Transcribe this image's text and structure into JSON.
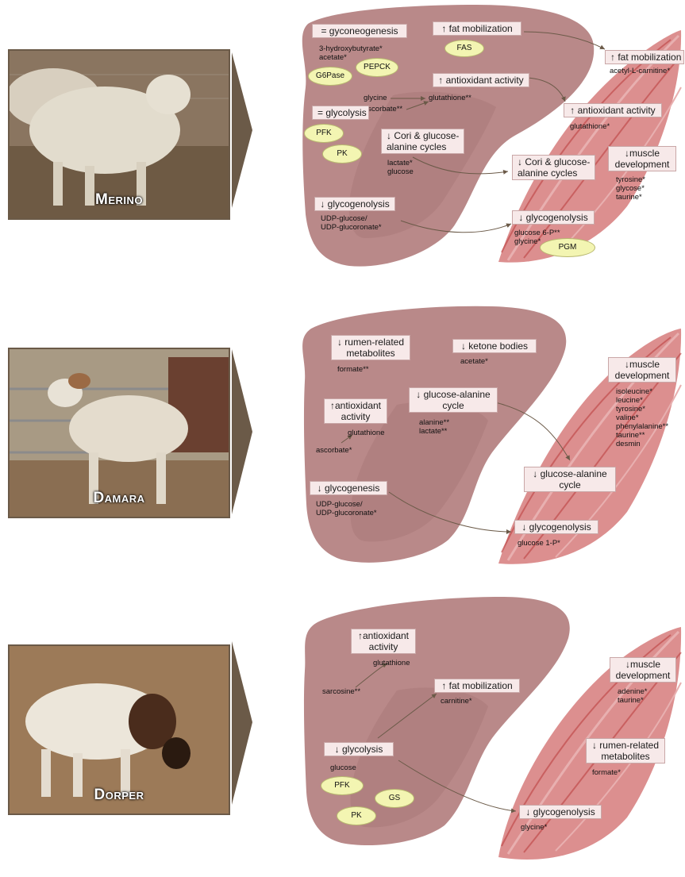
{
  "colors": {
    "liver": "#b98989",
    "liver_inner": "#a97878",
    "muscle": "#d06a6a",
    "box": "#f7e9e9",
    "enzyme": "#f3f5b2",
    "arrow": "#6b5a48"
  },
  "panels": [
    {
      "breed": "Merino",
      "liver_boxes": [
        "= gyconeogenesis",
        "↑ fat mobilization",
        "↑ antioxidant activity",
        "= glycolysis",
        "↓ Cori & glucose-\nalanine cycles",
        "↓ glycogenolysis"
      ],
      "liver_texts": [
        "3-hydroxybutyrate*\nacetate*",
        "glycine",
        "glutathione**",
        "ascorbate**",
        "lactate*\nglucose",
        "UDP-glucose/\nUDP-glucoronate*"
      ],
      "enzymes": [
        "G6Pase",
        "PEPCK",
        "FAS",
        "PFK",
        "PK"
      ],
      "muscle_boxes": [
        "↑ fat mobilization",
        "↑ antioxidant activity",
        "↓ Cori & glucose-\nalanine cycles",
        "↓muscle\ndevelopment",
        "↓ glycogenolysis"
      ],
      "muscle_texts": [
        "acetyl-L-carnitine*",
        "glutathione*",
        "tyrosine*\nglycose*\ntaurine*",
        "glucose 6-P**\nglycine*"
      ],
      "muscle_enzymes": [
        "PGM"
      ]
    },
    {
      "breed": "Damara",
      "liver_boxes": [
        "↓ rumen-related\nmetabolites",
        "↓ ketone bodies",
        "↑antioxidant\nactivity",
        "↓ glucose-alanine\ncycle",
        "↓ glycogenesis"
      ],
      "liver_texts": [
        "formate**",
        "acetate*",
        "glutathione",
        "ascorbate*",
        "alanine**\nlactate**",
        "UDP-glucose/\nUDP-glucoronate*"
      ],
      "muscle_boxes": [
        "↓muscle\ndevelopment",
        "↓ glucose-alanine\ncycle",
        "↓ glycogenolysis"
      ],
      "muscle_texts": [
        "isoleucine*\nleucine*\ntyrosine*\nvaline*\nphenylalanine**\ntaurine**\ndesmin",
        "glucose 1-P*"
      ]
    },
    {
      "breed": "Dorper",
      "liver_boxes": [
        "↑antioxidant\nactivity",
        "↑ fat mobilization",
        "↓ glycolysis"
      ],
      "liver_texts": [
        "glutathione",
        "sarcosine**",
        "carnitine*",
        "glucose"
      ],
      "enzymes": [
        "PFK",
        "GS",
        "PK"
      ],
      "muscle_boxes": [
        "↓muscle\ndevelopment",
        "↓ rumen-related\nmetabolites",
        "↓ glycogenolysis"
      ],
      "muscle_texts": [
        "adenine*\ntaurine*",
        "formate*",
        "glycine*"
      ]
    }
  ]
}
